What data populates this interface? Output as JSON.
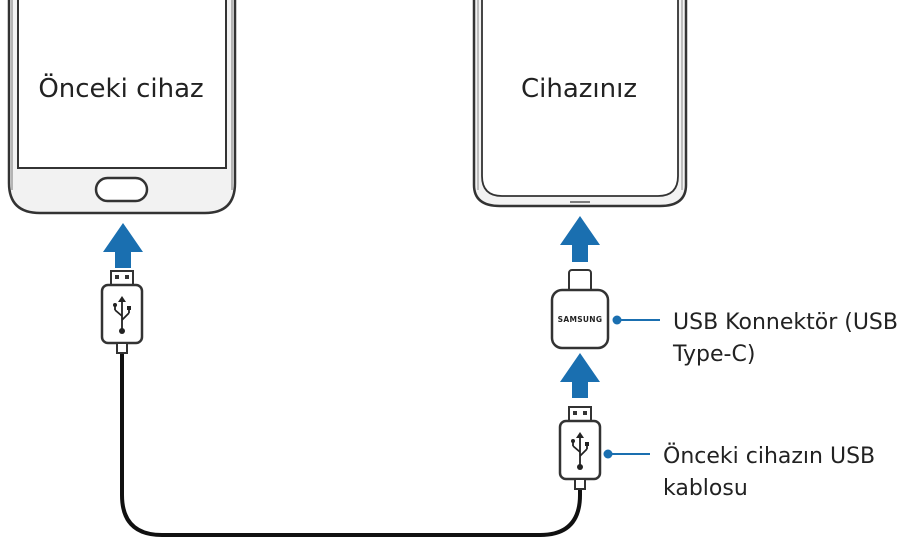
{
  "devices": {
    "old": {
      "label": "Önceki cihaz"
    },
    "new": {
      "label": "Cihazınız"
    }
  },
  "connector": {
    "brand": "SAMSUNG",
    "callout_line1": "USB Konnektör (USB",
    "callout_line2": "Type-C)"
  },
  "cable": {
    "callout_line1": "Önceki cihazın USB",
    "callout_line2": "kablosu"
  },
  "colors": {
    "arrow": "#1a6fb0",
    "callout": "#1a6fb0",
    "device_outline": "#333333",
    "device_fill": "#f2f2f2"
  }
}
